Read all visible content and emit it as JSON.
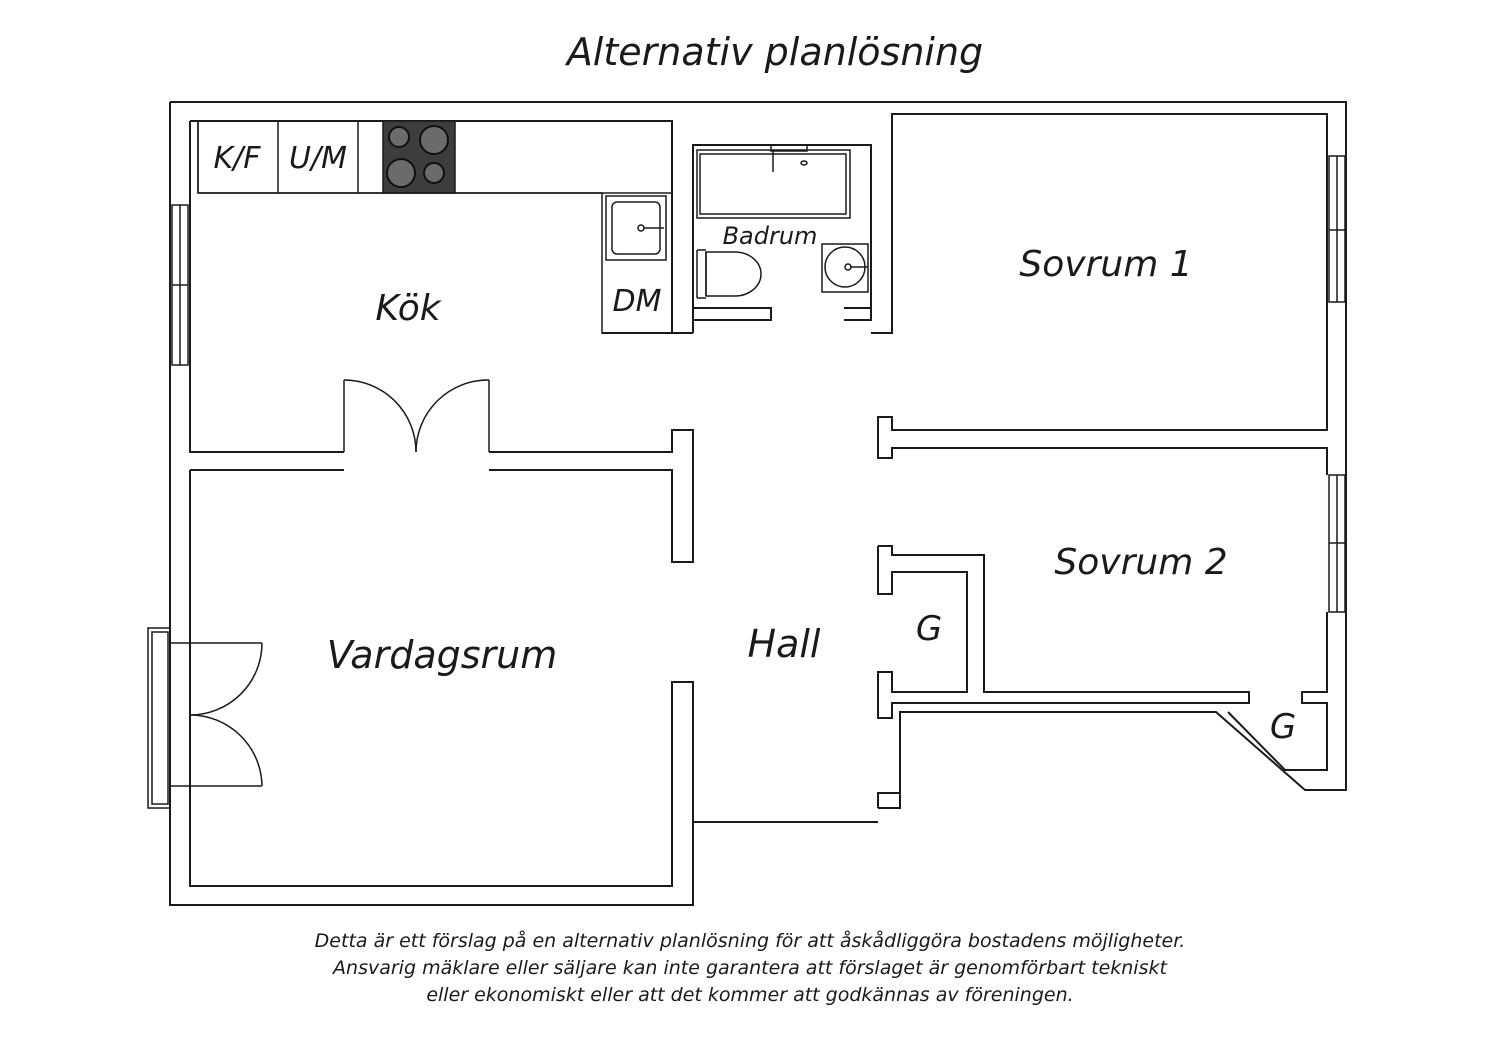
{
  "title": "Alternativ planlösning",
  "rooms": {
    "kitchen": "Kök",
    "bathroom": "Badrum",
    "bedroom1": "Sovrum 1",
    "bedroom2": "Sovrum 2",
    "living": "Vardagsrum",
    "hall": "Hall",
    "wardrobe1": "G",
    "wardrobe2": "G"
  },
  "appliances": {
    "fridge_freezer": "K/F",
    "oven_microwave": "U/M",
    "dishwasher": "DM"
  },
  "disclaimer": [
    "Detta är ett förslag på en alternativ planlösning för att åskådliggöra bostadens möjligheter.",
    "Ansvarig mäklare eller säljare kan inte garantera att förslaget är genomförbart tekniskt",
    "eller ekonomiskt eller att det kommer att godkännas av föreningen."
  ]
}
